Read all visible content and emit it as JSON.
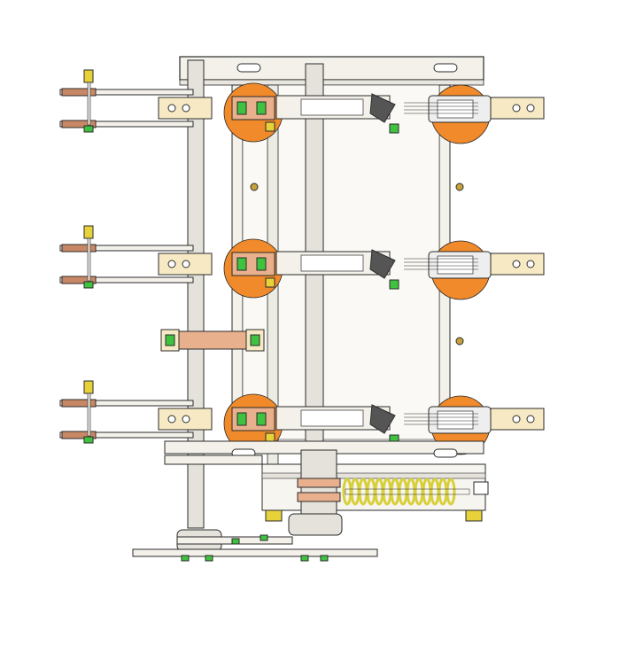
{
  "drawing": {
    "colors": {
      "frame": "#f3f1ea",
      "outline": "#2b2b2b",
      "copper": "#e9b08e",
      "copper_dark": "#c98865",
      "terminal": "#f6e9c4",
      "insulator_disc": "#f08a2a",
      "nut_green": "#3fc23f",
      "nut_yellow": "#e7d23a",
      "spring": "#d8cf3a",
      "shaft": "#e4e2da",
      "shadow": "#9a9a9a"
    },
    "phase_count": 3,
    "components": [
      "top-mounting-plate",
      "phase-assembly-top",
      "phase-assembly-middle",
      "phase-assembly-bottom",
      "busbar-clamp",
      "operating-mechanism",
      "compression-spring",
      "base-plate"
    ]
  }
}
